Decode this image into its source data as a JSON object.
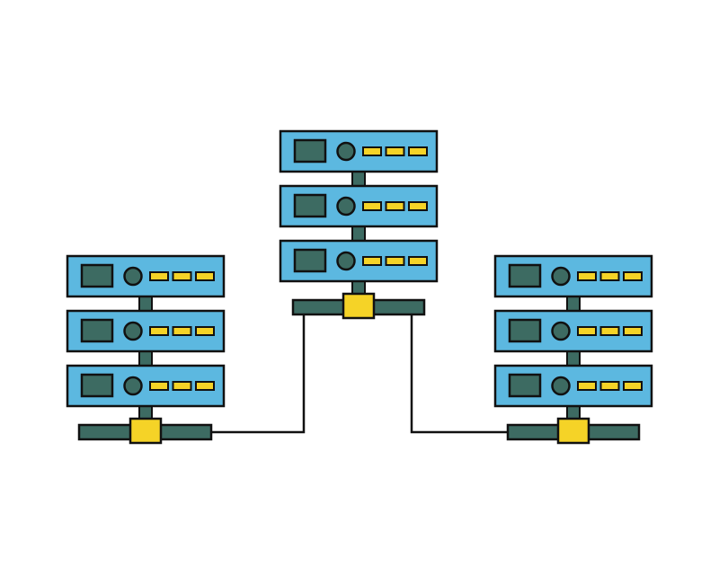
{
  "colors": {
    "background": "#ffffff",
    "server_fill": "#5cb8e0",
    "outline": "#111111",
    "panel": "#3d6b62",
    "bus": "#3d6b62",
    "led": "#f5d327",
    "hub": "#f5d327",
    "cable": "#111111"
  },
  "icons": {
    "server_unit": "server-rack-unit-icon",
    "network_hub": "network-hub-icon"
  },
  "stacks": [
    {
      "id": "left",
      "units": 3,
      "leds": 3
    },
    {
      "id": "center",
      "units": 3,
      "leds": 3
    },
    {
      "id": "right",
      "units": 3,
      "leds": 3
    }
  ],
  "connections": [
    {
      "from": "center",
      "to": "left"
    },
    {
      "from": "center",
      "to": "right"
    }
  ]
}
